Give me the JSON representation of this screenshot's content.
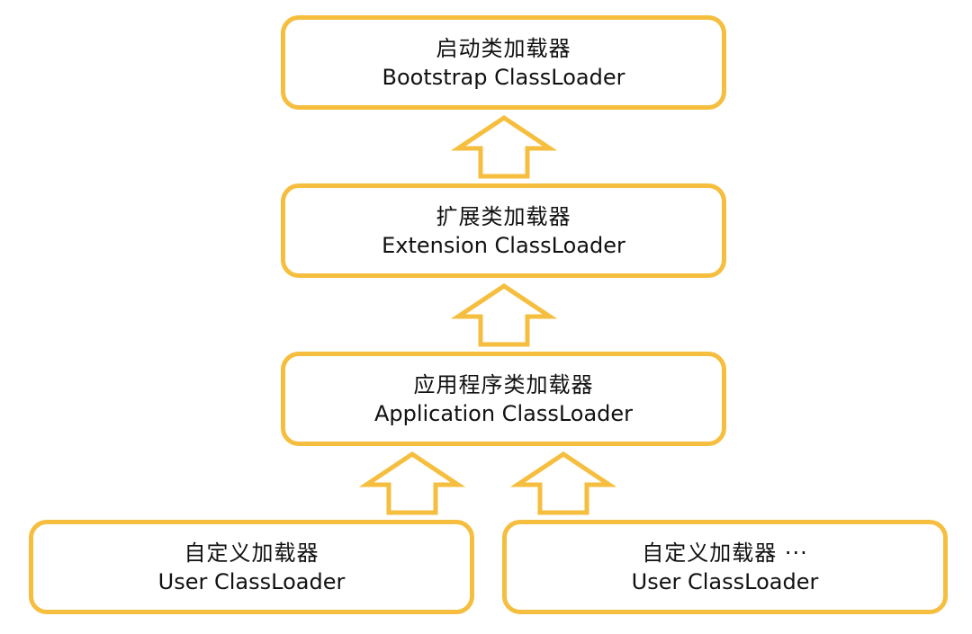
{
  "colors": {
    "border": "#F6BE3E",
    "text": "#111111",
    "background": "#ffffff"
  },
  "nodes": {
    "bootstrap": {
      "cn": "启动类加载器",
      "en": "Bootstrap ClassLoader"
    },
    "extension": {
      "cn": "扩展类加载器",
      "en": "Extension ClassLoader"
    },
    "application": {
      "cn": "应用程序类加载器",
      "en": "Application ClassLoader"
    },
    "user1": {
      "cn": "自定义加载器",
      "en": "User ClassLoader"
    },
    "user2": {
      "cn": "自定义加载器 ···",
      "en": "User ClassLoader"
    }
  },
  "arrows": [
    {
      "from": "extension",
      "to": "bootstrap"
    },
    {
      "from": "application",
      "to": "extension"
    },
    {
      "from": "user1",
      "to": "application"
    },
    {
      "from": "user2",
      "to": "application"
    }
  ]
}
